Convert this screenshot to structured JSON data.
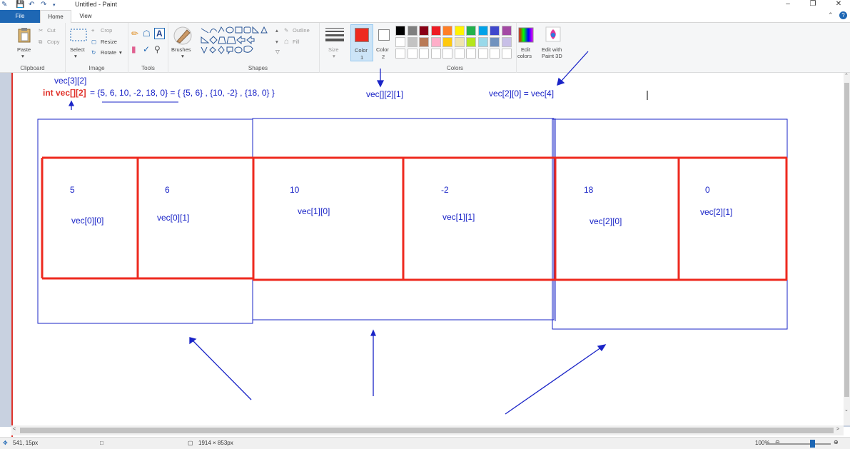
{
  "window": {
    "title": "Untitled - Paint",
    "minimize": "–",
    "maximize": "❐",
    "close": "✕"
  },
  "tabs": {
    "file": "File",
    "home": "Home",
    "view": "View"
  },
  "ribbon": {
    "clipboard": {
      "label": "Clipboard",
      "paste": "Paste",
      "cut": "Cut",
      "copy": "Copy"
    },
    "image": {
      "label": "Image",
      "select": "Select",
      "crop": "Crop",
      "resize": "Resize",
      "rotate": "Rotate"
    },
    "tools": {
      "label": "Tools"
    },
    "brushes": {
      "label": "Brushes"
    },
    "shapes": {
      "label": "Shapes",
      "outline": "Outline",
      "fill": "Fill"
    },
    "size": {
      "label": "Size"
    },
    "color1": {
      "line1": "Color",
      "line2": "1",
      "value": "#ee2a1f"
    },
    "color2": {
      "line1": "Color",
      "line2": "2",
      "value": "#ffffff"
    },
    "colors": {
      "label": "Colors",
      "row1": [
        "#000000",
        "#7f7f7f",
        "#880015",
        "#ed1c24",
        "#ff7f27",
        "#fff200",
        "#22b14c",
        "#00a2e8",
        "#3f48cc",
        "#a349a4"
      ],
      "row2": [
        "#ffffff",
        "#c3c3c3",
        "#b97a57",
        "#ffaec9",
        "#ffc90e",
        "#efe4b0",
        "#b5e61d",
        "#99d9ea",
        "#7092be",
        "#c8bfe7"
      ],
      "row3": [
        "#ffffff",
        "#ffffff",
        "#ffffff",
        "#ffffff",
        "#ffffff",
        "#ffffff",
        "#ffffff",
        "#ffffff",
        "#ffffff",
        "#ffffff"
      ]
    },
    "edit_colors": {
      "line1": "Edit",
      "line2": "colors"
    },
    "paint3d": {
      "line1": "Edit with",
      "line2": "Paint 3D"
    }
  },
  "drawing": {
    "vec32": "vec[3][2]",
    "decl_prefix": "int vec[][2]",
    "decl_rest": " = {5, 6, 10, -2, 18, 0} = { {5, 6} , {10, -2} , {18, 0} }",
    "vec_21": "vec[][2][1]",
    "vec20_eq": "vec[2][0] = vec[4]",
    "cells": [
      {
        "value": "5",
        "label": "vec[0][0]"
      },
      {
        "value": "6",
        "label": "vec[0][1]"
      },
      {
        "value": "10",
        "label": "vec[1][0]"
      },
      {
        "value": "-2",
        "label": "vec[1][1]"
      },
      {
        "value": "18",
        "label": "vec[2][0]"
      },
      {
        "value": "0",
        "label": "vec[2][1]"
      }
    ]
  },
  "status": {
    "cursor_pos": "541, 15px",
    "canvas_size": "1914 × 853px",
    "zoom": "100%"
  }
}
